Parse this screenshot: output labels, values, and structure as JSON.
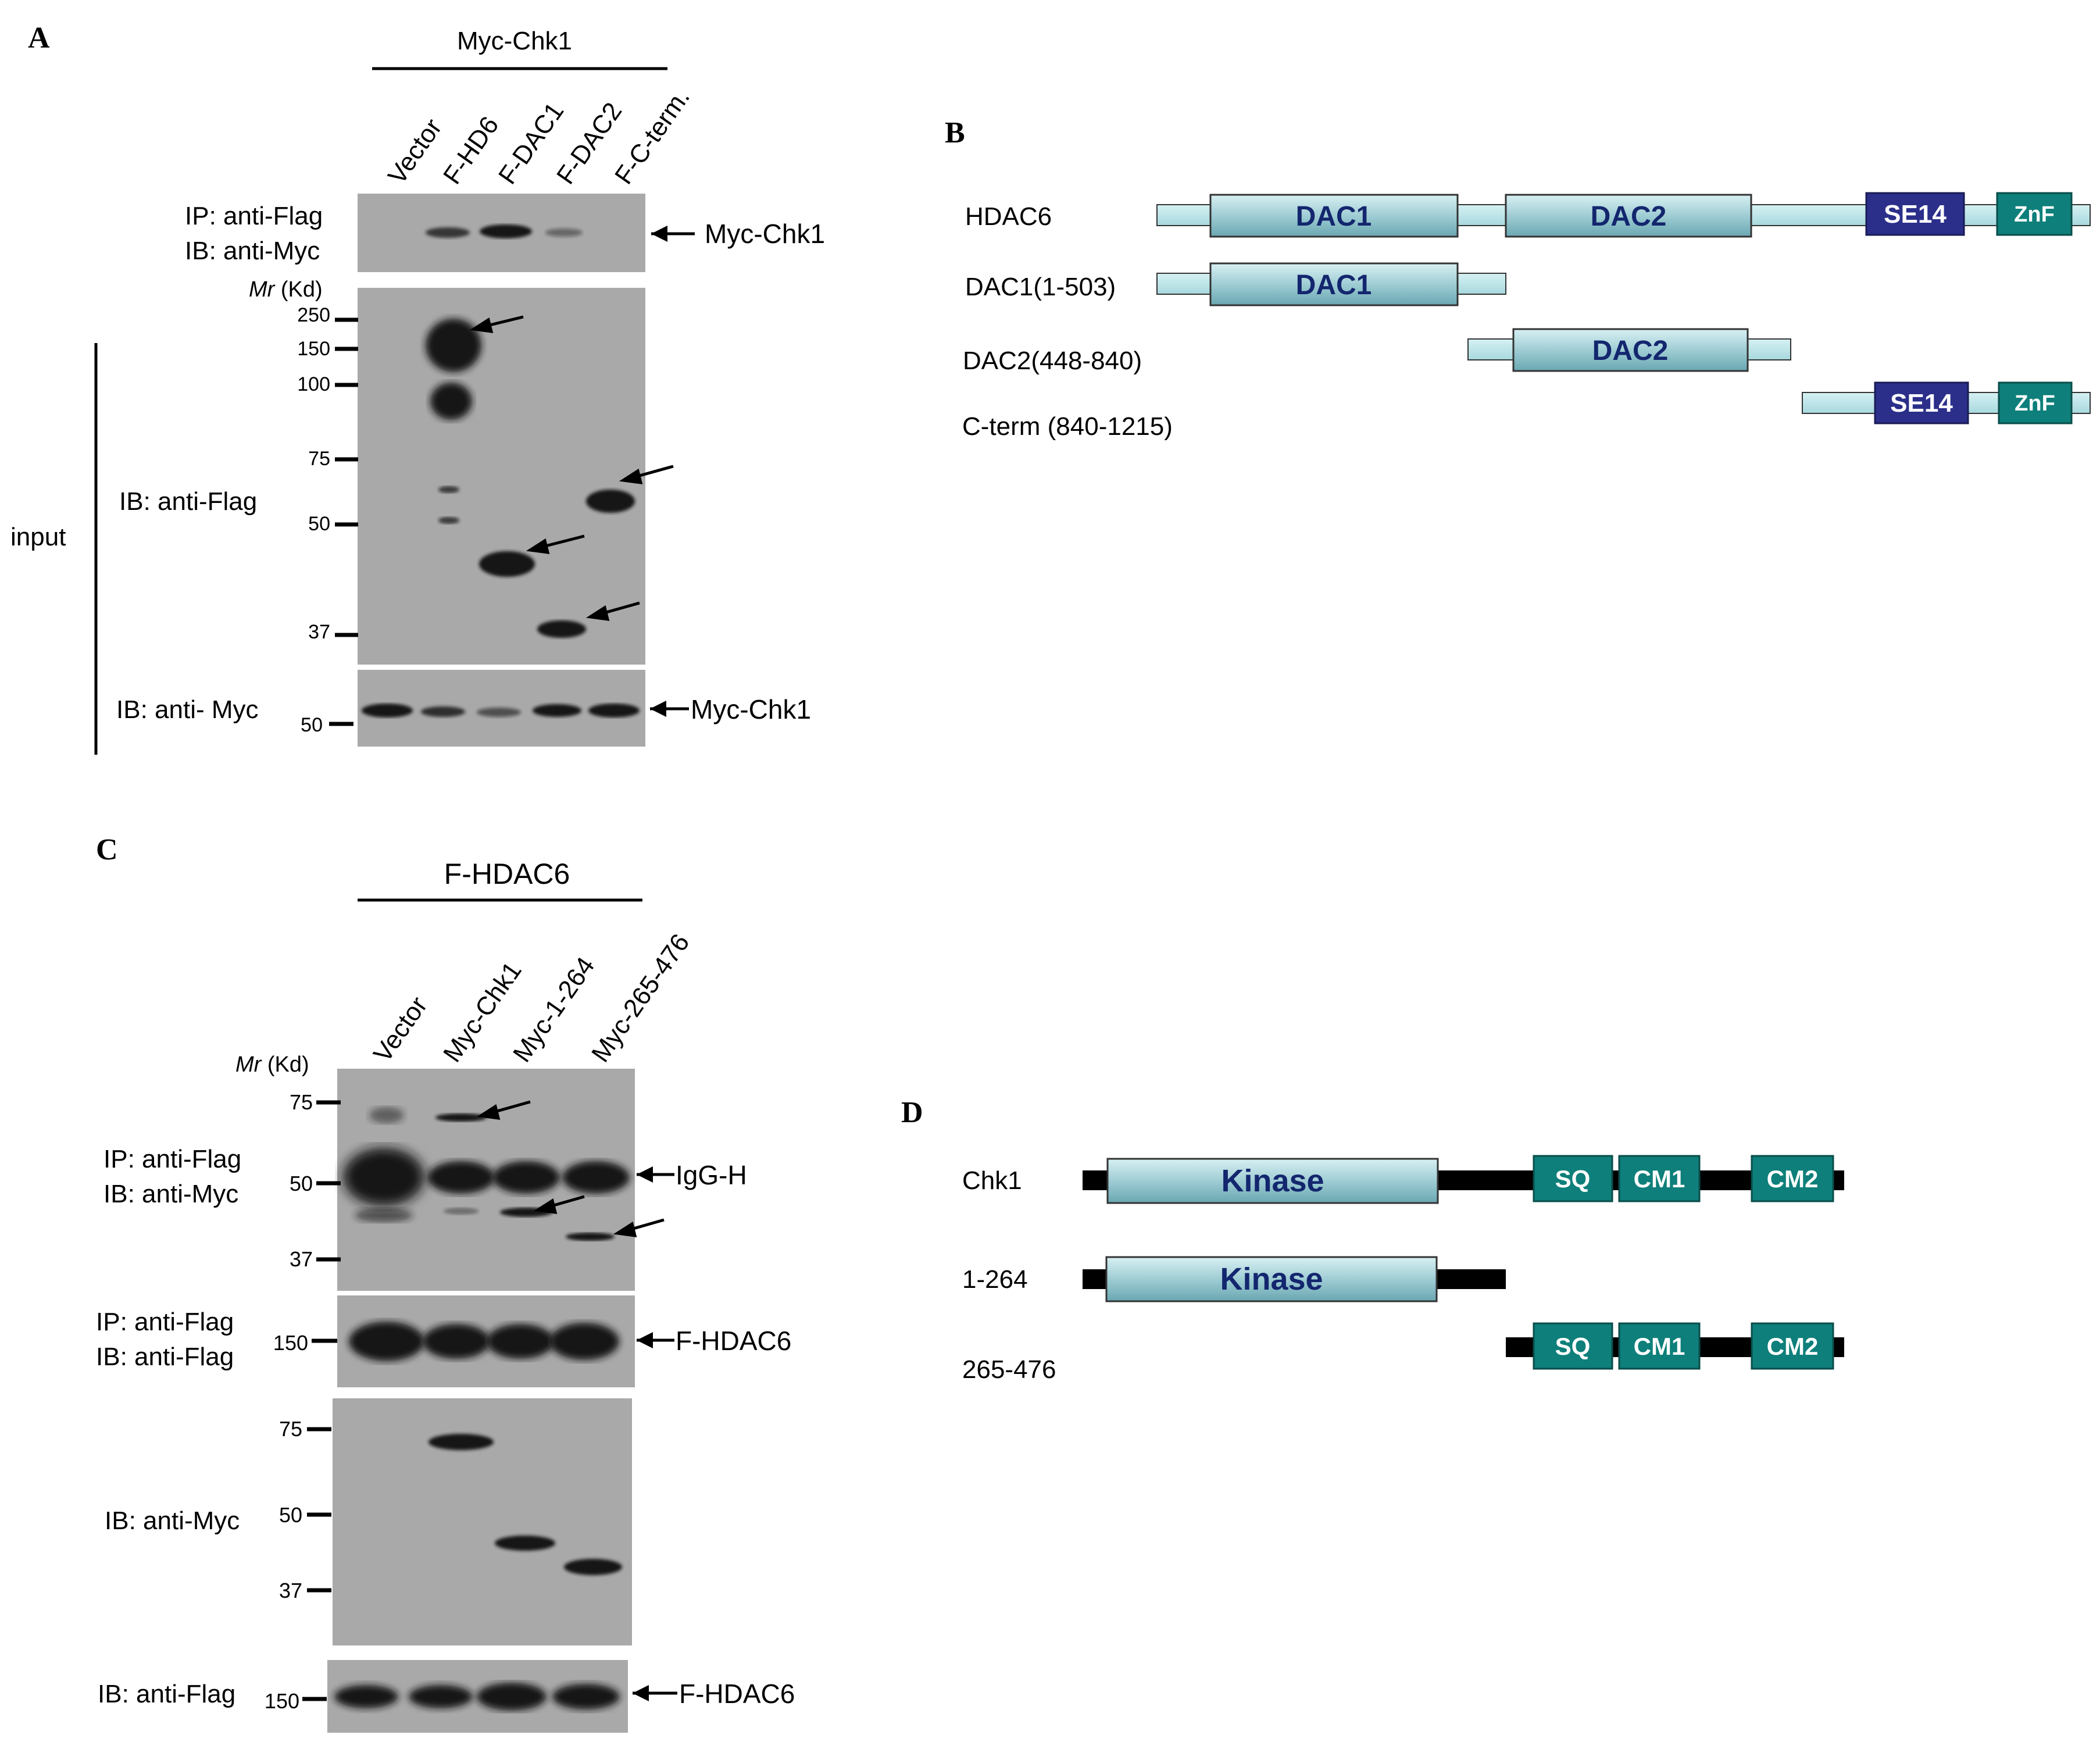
{
  "panels": {
    "A": {
      "letter": "A",
      "group_label": "Myc-Chk1",
      "lanes": [
        "Vector",
        "F-HD6",
        "F-DAC1",
        "F-DAC2",
        "F-C-term."
      ],
      "row_ip_lines": [
        "IP: anti-Flag",
        "IB: anti-Myc"
      ],
      "row_ip_target": "Myc-Chk1",
      "mr_word": "Mr",
      "mr_unit": "(Kd)",
      "markers_flag": [
        "250",
        "150",
        "100",
        "75",
        "50",
        "37"
      ],
      "row_flag_label": "IB: anti-Flag",
      "input_label": "input",
      "row_myc_label": "IB: anti- Myc",
      "row_myc_marker": "50",
      "row_myc_target": "Myc-Chk1"
    },
    "B": {
      "letter": "B",
      "constructs": [
        {
          "name": "HDAC6"
        },
        {
          "name": "DAC1(1-503)"
        },
        {
          "name": "DAC2(448-840)"
        },
        {
          "name": "C-term (840-1215)"
        }
      ],
      "domains": {
        "dac1": "DAC1",
        "dac2": "DAC2",
        "se14": "SE14",
        "znf": "ZnF"
      }
    },
    "C": {
      "letter": "C",
      "group_label": "F-HDAC6",
      "lanes": [
        "Vector",
        "Myc-Chk1",
        "Myc-1-264",
        "Myc-265-476"
      ],
      "mr_word": "Mr",
      "mr_unit": "(Kd)",
      "row1_lines": [
        "IP: anti-Flag",
        "IB: anti-Myc"
      ],
      "row1_markers": [
        "75",
        "50",
        "37"
      ],
      "row1_target": "IgG-H",
      "row2_lines": [
        "IP: anti-Flag",
        "IB: anti-Flag"
      ],
      "row2_marker": "150",
      "row2_target": "F-HDAC6",
      "row3_label": "IB: anti-Myc",
      "row3_markers": [
        "75",
        "50",
        "37"
      ],
      "row4_label": "IB: anti-Flag",
      "row4_marker": "150",
      "row4_target": "F-HDAC6"
    },
    "D": {
      "letter": "D",
      "constructs": [
        {
          "name": "Chk1"
        },
        {
          "name": "1-264"
        },
        {
          "name": "265-476"
        }
      ],
      "domains": {
        "kinase": "Kinase",
        "sq": "SQ",
        "cm1": "CM1",
        "cm2": "CM2"
      }
    }
  },
  "colors": {
    "blot_bg": "#a9a9a9",
    "band": "#151515",
    "dac_fill": "#9fcdd4",
    "backbone_fill": "#bfe6ea",
    "se14_fill": "#2b2f8a",
    "znf_fill": "#0e7f7a",
    "dac_text": "#13266e",
    "small_domain_text": "#ffffff"
  }
}
